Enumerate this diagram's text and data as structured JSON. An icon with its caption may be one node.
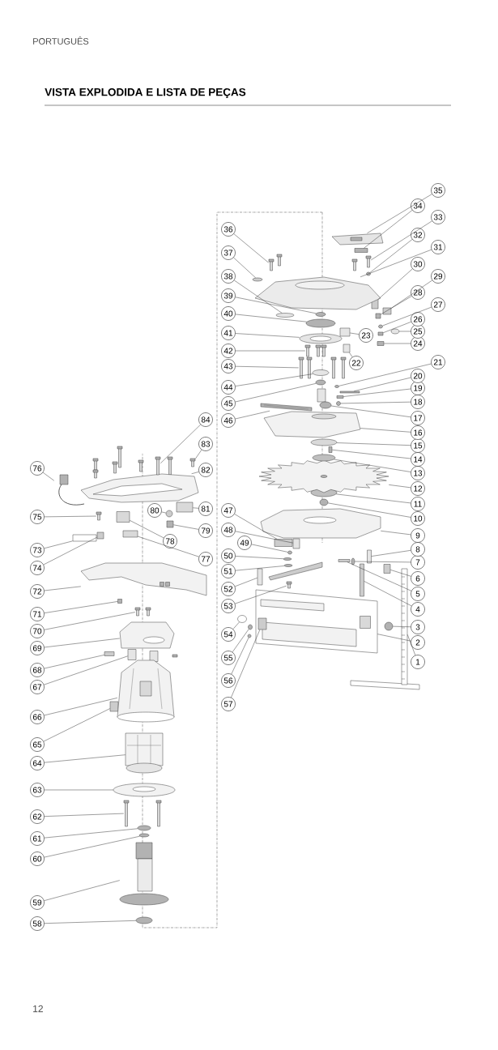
{
  "diagram": {
    "title": "VISTA EXPLODIDA E LISTA DE PEÇAS",
    "nodes": [
      {
        "text": [
          "1"
        ]
      },
      {
        "text": [
          "2"
        ]
      },
      {
        "text": [
          "3"
        ]
      },
      {
        "text": [
          "4"
        ]
      },
      {
        "text": [
          "5"
        ]
      },
      {
        "text": [
          "6"
        ]
      },
      {
        "text": [
          "7"
        ]
      },
      {
        "text": [
          "8"
        ]
      },
      {
        "text": [
          "9"
        ]
      },
      {
        "text": [
          "10"
        ]
      },
      {
        "text": [
          "11"
        ]
      },
      {
        "text": [
          "12"
        ]
      },
      {
        "text": [
          "13"
        ]
      },
      {
        "text": [
          "14"
        ]
      },
      {
        "text": [
          "15"
        ]
      },
      {
        "text": [
          "16"
        ]
      },
      {
        "text": [
          "17"
        ]
      },
      {
        "text": [
          "18"
        ]
      },
      {
        "text": [
          "19"
        ]
      },
      {
        "text": [
          "20"
        ]
      },
      {
        "text": [
          "21"
        ]
      },
      {
        "text": [
          "22"
        ]
      },
      {
        "text": [
          "23"
        ]
      },
      {
        "text": [
          "24"
        ]
      },
      {
        "text": [
          "25"
        ]
      },
      {
        "text": [
          "26"
        ]
      },
      {
        "text": [
          "27"
        ]
      },
      {
        "text": [
          "28"
        ]
      },
      {
        "text": [
          "29"
        ]
      },
      {
        "text": [
          "30"
        ]
      },
      {
        "text": [
          "31"
        ]
      },
      {
        "text": [
          "32"
        ]
      },
      {
        "text": [
          "33"
        ]
      },
      {
        "text": [
          "34"
        ]
      },
      {
        "text": [
          "35"
        ]
      },
      {
        "text": [
          "36"
        ]
      },
      {
        "text": [
          "37"
        ]
      },
      {
        "text": [
          "38"
        ]
      },
      {
        "text": [
          "39"
        ]
      },
      {
        "text": [
          "40"
        ]
      },
      {
        "text": [
          "41"
        ]
      },
      {
        "text": [
          "42"
        ]
      },
      {
        "text": [
          "43"
        ]
      },
      {
        "text": [
          "44"
        ]
      },
      {
        "text": [
          "45"
        ]
      },
      {
        "text": [
          "46"
        ]
      },
      {
        "text": [
          "47"
        ]
      },
      {
        "text": [
          "48"
        ]
      },
      {
        "text": [
          "49"
        ]
      },
      {
        "text": [
          "50"
        ]
      },
      {
        "text": [
          "51"
        ]
      },
      {
        "text": [
          "52"
        ]
      },
      {
        "text": [
          "53"
        ]
      },
      {
        "text": [
          "54"
        ]
      },
      {
        "text": [
          "55"
        ]
      },
      {
        "text": [
          "56"
        ]
      },
      {
        "text": [
          "57"
        ]
      },
      {
        "text": [
          "58"
        ]
      },
      {
        "text": [
          "59"
        ]
      },
      {
        "text": [
          "60"
        ]
      },
      {
        "text": [
          "61"
        ]
      },
      {
        "text": [
          "62"
        ]
      },
      {
        "text": [
          "63"
        ]
      },
      {
        "text": [
          "64"
        ]
      },
      {
        "text": [
          "65"
        ]
      },
      {
        "text": [
          "66"
        ]
      },
      {
        "text": [
          "67"
        ]
      },
      {
        "text": [
          "68"
        ]
      },
      {
        "text": [
          "69"
        ]
      },
      {
        "text": [
          "70"
        ]
      },
      {
        "text": [
          "71"
        ]
      },
      {
        "text": [
          "72"
        ]
      },
      {
        "text": [
          "73"
        ]
      },
      {
        "text": [
          "74"
        ]
      },
      {
        "text": [
          "75"
        ]
      },
      {
        "text": [
          "76"
        ]
      },
      {
        "text": [
          "77"
        ]
      },
      {
        "text": [
          "78"
        ]
      },
      {
        "text": [
          "79"
        ]
      },
      {
        "text": [
          "80"
        ]
      },
      {
        "text": [
          "81"
        ]
      },
      {
        "text": [
          "82"
        ]
      },
      {
        "text": [
          "83"
        ]
      },
      {
        "text": [
          "84"
        ]
      },
      {
        "text": [],
        "shape": "picture"
      },
      {
        "text": [],
        "shape": "picture"
      },
      {
        "text": [],
        "shape": "circle"
      },
      {
        "text": [],
        "shape": "box"
      },
      {
        "text": [],
        "shape": "box"
      },
      {
        "text": [],
        "shape": "box"
      },
      {
        "text": [],
        "shape": "circle"
      },
      {
        "text": [],
        "shape": "box"
      },
      {
        "text": [],
        "shape": "picture"
      },
      {
        "text": [],
        "shape": "circle"
      },
      {
        "text": [],
        "shape": "circle"
      },
      {
        "text": [],
        "shape": "picture"
      },
      {
        "text": [],
        "shape": "circle"
      },
      {
        "text": [],
        "shape": "box"
      },
      {
        "text": [],
        "shape": "circle"
      },
      {
        "text": [],
        "shape": "picture"
      },
      {
        "text": [],
        "shape": "circle"
      },
      {
        "text": [],
        "shape": "circle"
      },
      {
        "text": [],
        "shape": "box"
      },
      {
        "text": [],
        "shape": "box"
      },
      {
        "text": [],
        "shape": "circle"
      },
      {
        "text": [],
        "shape": "box"
      },
      {
        "text": [],
        "shape": "box"
      },
      {
        "text": [],
        "shape": "box"
      },
      {
        "text": [],
        "shape": "circle"
      },
      {
        "text": [],
        "shape": "box"
      },
      {
        "text": [],
        "shape": "circle"
      },
      {
        "text": [],
        "shape": "box"
      },
      {
        "text": [],
        "shape": "box"
      },
      {
        "text": [],
        "shape": "box"
      },
      {
        "text": [],
        "shape": "picture"
      },
      {
        "text": [],
        "shape": "circle"
      },
      {
        "text": [],
        "shape": "picture"
      },
      {
        "text": [],
        "shape": "box"
      },
      {
        "text": [],
        "shape": "picture"
      },
      {
        "text": [],
        "shape": "picture"
      },
      {
        "text": [],
        "shape": "circle"
      },
      {
        "text": [],
        "shape": "circle"
      },
      {
        "text": [],
        "shape": "circle"
      },
      {
        "text": [],
        "shape": "circle"
      },
      {
        "text": [],
        "shape": "picture"
      },
      {
        "text": [],
        "shape": "picture"
      },
      {
        "text": [],
        "shape": "picture"
      },
      {
        "text": [],
        "shape": "circle"
      },
      {
        "text": [],
        "shape": "circle"
      },
      {
        "text": [],
        "shape": "picture"
      },
      {
        "text": [],
        "shape": "box"
      },
      {
        "text": [],
        "shape": "box"
      },
      {
        "text": [],
        "shape": "circle"
      },
      {
        "text": [],
        "shape": "circle"
      },
      {
        "text": [],
        "shape": "circle"
      },
      {
        "text": [],
        "shape": "box"
      },
      {
        "text": [],
        "shape": "picture"
      },
      {
        "text": [],
        "shape": "circle"
      },
      {
        "text": [],
        "shape": "circle"
      },
      {
        "text": [],
        "shape": "circle"
      },
      {
        "text": [],
        "shape": "box",
        "in": 85
      },
      {
        "text": [],
        "shape": "circle"
      },
      {
        "text": [],
        "shape": "picture"
      },
      {
        "text": [],
        "shape": "circle"
      },
      {
        "text": [],
        "shape": "circle"
      },
      {
        "text": [],
        "shape": "picture"
      },
      {
        "text": [],
        "shape": "picture"
      },
      {
        "text": [],
        "shape": "picture"
      },
      {
        "text": [],
        "shape": "box"
      },
      {
        "text": [],
        "shape": "picture"
      },
      {
        "text": [],
        "shape": "box"
      },
      {
        "text": [],
        "shape": "box"
      },
      {
        "text": [],
        "shape": "picture"
      },
      {
        "text": [],
        "shape": "picture"
      },
      {
        "text": [],
        "shape": "box"
      },
      {
        "text": [],
        "shape": "picture"
      },
      {
        "text": [],
        "shape": "box"
      },
      {
        "text": [],
        "shape": "box"
      },
      {
        "text": [],
        "shape": "picture"
      },
      {
        "text": [],
        "shape": "picture"
      },
      {
        "text": [],
        "shape": "box"
      },
      {
        "text": [],
        "shape": "box"
      },
      {
        "text": [],
        "shape": "box"
      },
      {
        "text": [],
        "shape": "circle"
      },
      {
        "text": [],
        "shape": "box"
      },
      {
        "text": [],
        "shape": "picture"
      },
      {
        "text": [],
        "shape": "picture"
      },
      {
        "text": [],
        "shape": "picture"
      }
    ],
    "edges": [
      {
        "from": 0,
        "to": 84,
        "arrow": "none"
      },
      {
        "from": 1,
        "to": 85,
        "arrow": "none"
      },
      {
        "from": 2,
        "to": 86,
        "arrow": "none"
      },
      {
        "from": 3,
        "to": 87,
        "arrow": "none"
      },
      {
        "from": 4,
        "to": 88,
        "arrow": "none"
      },
      {
        "from": 5,
        "to": 89,
        "arrow": "none"
      },
      {
        "from": 6,
        "to": 90,
        "arrow": "none"
      },
      {
        "from": 7,
        "to": 91,
        "arrow": "none"
      },
      {
        "from": 8,
        "to": 92,
        "arrow": "none"
      },
      {
        "from": 9,
        "to": 93,
        "arrow": "none"
      },
      {
        "from": 10,
        "to": 94,
        "arrow": "none"
      },
      {
        "from": 11,
        "to": 95,
        "arrow": "none"
      },
      {
        "from": 12,
        "to": 96,
        "arrow": "none"
      },
      {
        "from": 13,
        "to": 97,
        "arrow": "none"
      },
      {
        "from": 14,
        "to": 98,
        "arrow": "none"
      },
      {
        "from": 15,
        "to": 99,
        "arrow": "none"
      },
      {
        "from": 16,
        "to": 100,
        "arrow": "none"
      },
      {
        "from": 17,
        "to": 101,
        "arrow": "none"
      },
      {
        "from": 18,
        "to": 102,
        "arrow": "none"
      },
      {
        "from": 19,
        "to": 103,
        "arrow": "none"
      },
      {
        "from": 20,
        "to": 104,
        "arrow": "none"
      },
      {
        "from": 21,
        "to": 105,
        "arrow": "none"
      },
      {
        "from": 22,
        "to": 106,
        "arrow": "none"
      },
      {
        "from": 23,
        "to": 107,
        "arrow": "none"
      },
      {
        "from": 24,
        "to": 108,
        "arrow": "none"
      },
      {
        "from": 25,
        "to": 109,
        "arrow": "none"
      },
      {
        "from": 26,
        "to": 110,
        "arrow": "none"
      },
      {
        "from": 27,
        "to": 111,
        "arrow": "none"
      },
      {
        "from": 28,
        "to": 112,
        "arrow": "none"
      },
      {
        "from": 29,
        "to": 113,
        "arrow": "none"
      },
      {
        "from": 30,
        "to": 114,
        "arrow": "none"
      },
      {
        "from": 31,
        "to": 115,
        "arrow": "none"
      },
      {
        "from": 32,
        "to": 116,
        "arrow": "none"
      },
      {
        "from": 33,
        "to": 117,
        "arrow": "none"
      },
      {
        "from": 34,
        "to": 118,
        "arrow": "none"
      },
      {
        "from": 35,
        "to": 119,
        "arrow": "none"
      },
      {
        "from": 36,
        "to": 120,
        "arrow": "none"
      },
      {
        "from": 37,
        "to": 121,
        "arrow": "none"
      },
      {
        "from": 38,
        "to": 122,
        "arrow": "none"
      },
      {
        "from": 39,
        "to": 123,
        "arrow": "none"
      },
      {
        "from": 40,
        "to": 124,
        "arrow": "none"
      },
      {
        "from": 41,
        "to": 125,
        "arrow": "none"
      },
      {
        "from": 42,
        "to": 126,
        "arrow": "none"
      },
      {
        "from": 43,
        "to": 127,
        "arrow": "none"
      },
      {
        "from": 44,
        "to": 128,
        "arrow": "none"
      },
      {
        "from": 45,
        "to": 129,
        "arrow": "none"
      },
      {
        "from": 46,
        "to": 130,
        "arrow": "none"
      },
      {
        "from": 47,
        "to": 131,
        "arrow": "none"
      },
      {
        "from": 48,
        "to": 132,
        "arrow": "none"
      },
      {
        "from": 49,
        "to": 133,
        "arrow": "none"
      },
      {
        "from": 50,
        "to": 134,
        "arrow": "none"
      },
      {
        "from": 51,
        "to": 135,
        "arrow": "none"
      },
      {
        "from": 52,
        "to": 136,
        "arrow": "none"
      },
      {
        "from": 53,
        "to": 137,
        "arrow": "none"
      },
      {
        "from": 54,
        "to": 138,
        "arrow": "none"
      },
      {
        "from": 55,
        "to": 139,
        "arrow": "none"
      },
      {
        "from": 56,
        "to": 140,
        "arrow": "none"
      },
      {
        "from": 57,
        "to": 141,
        "arrow": "none"
      },
      {
        "from": 58,
        "to": 142,
        "arrow": "none"
      },
      {
        "from": 59,
        "to": 143,
        "arrow": "none"
      },
      {
        "from": 60,
        "to": 144,
        "arrow": "none"
      },
      {
        "from": 61,
        "to": 145,
        "arrow": "none"
      },
      {
        "from": 62,
        "to": 146,
        "arrow": "none"
      },
      {
        "from": 63,
        "to": 147,
        "arrow": "none"
      },
      {
        "from": 64,
        "to": 148,
        "arrow": "none"
      },
      {
        "from": 65,
        "to": 149,
        "arrow": "none"
      },
      {
        "from": 66,
        "to": 150,
        "arrow": "none"
      },
      {
        "from": 67,
        "to": 151,
        "arrow": "none"
      },
      {
        "from": 68,
        "to": 152,
        "arrow": "none"
      },
      {
        "from": 69,
        "to": 153,
        "arrow": "none"
      },
      {
        "from": 70,
        "to": 154,
        "arrow": "none"
      },
      {
        "from": 71,
        "to": 155,
        "arrow": "none"
      },
      {
        "from": 72,
        "to": 156,
        "arrow": "none"
      },
      {
        "from": 73,
        "to": 157,
        "arrow": "none"
      },
      {
        "from": 74,
        "to": 158,
        "arrow": "none"
      },
      {
        "from": 75,
        "to": 159,
        "arrow": "none"
      },
      {
        "from": 76,
        "to": 160,
        "arrow": "none"
      },
      {
        "from": 77,
        "to": 161,
        "arrow": "none"
      },
      {
        "from": 78,
        "to": 162,
        "arrow": "none"
      },
      {
        "from": 79,
        "to": 163,
        "arrow": "none"
      },
      {
        "from": 80,
        "to": 164,
        "arrow": "none"
      },
      {
        "from": 81,
        "to": 165,
        "arrow": "none"
      },
      {
        "from": 82,
        "to": 166,
        "arrow": "none"
      },
      {
        "from": 83,
        "to": 167,
        "arrow": "none"
      }
    ],
    "labels": [
      "PORTUGUÊS",
      "12"
    ]
  }
}
